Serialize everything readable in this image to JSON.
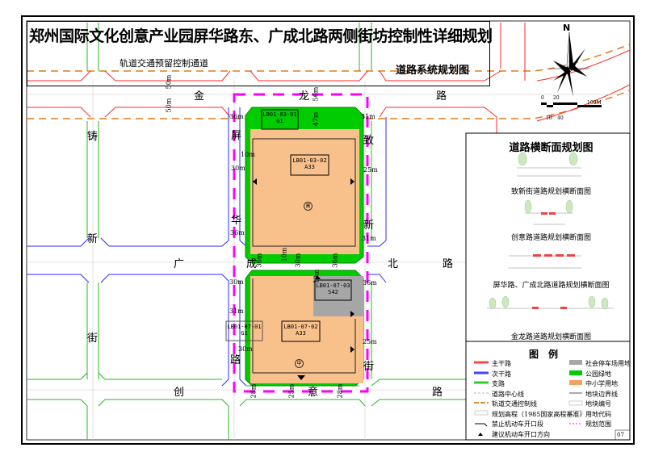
{
  "title": "郑州国际文化创意产业园屏华路东、广成北路两侧街坊控制性详细规划",
  "subtitle": "道路系统规划图",
  "north_label": "N",
  "scale": {
    "ticks": [
      "0",
      "20",
      "100M"
    ],
    "ticks2": [
      "10",
      "40"
    ]
  },
  "map": {
    "rail_label": "轨道交通预留控制通道",
    "roads": {
      "jinlong": [
        "金",
        "龙",
        "路"
      ],
      "guangcheng": [
        "广",
        "成",
        "北",
        "路"
      ],
      "pinghua": [
        "屏",
        "华",
        "路"
      ],
      "zhixin": [
        "致",
        "新",
        "街"
      ],
      "chuangyi": [
        "创",
        "意",
        "路"
      ],
      "zhuxin": [
        "铸",
        "新",
        "街"
      ]
    },
    "widths": [
      "50m",
      "50m",
      "56m",
      "47m",
      "36m",
      "31m",
      "10m",
      "30m",
      "25m",
      "36m",
      "31m",
      "36m",
      "30m",
      "36m",
      "30m",
      "36m",
      "31m",
      "30m",
      "10m",
      "25m",
      "28m",
      "25m",
      "28m",
      "10m"
    ],
    "parcels": [
      {
        "code": "LB01-03-01",
        "use": "G1"
      },
      {
        "code": "LB01-03-02",
        "use": "A33"
      },
      {
        "code": "LB01-07-01",
        "use": "G1"
      },
      {
        "code": "LB01-07-02",
        "use": "A33"
      },
      {
        "code": "LB01-07-03",
        "use": "S42"
      }
    ],
    "school_marks": [
      "高",
      "中"
    ]
  },
  "sections": {
    "title": "道路横断面规划图",
    "items": [
      "致新街道路规划横断面图",
      "创意路道路规划横断面图",
      "屏华路、广成北路道路规划横断面图",
      "金龙路道路规划横断面图"
    ]
  },
  "legend": {
    "title": "图　例",
    "left": [
      "主干路",
      "次干路",
      "支路",
      "道路中心线",
      "轨道交通控制线",
      "规划高程（1985国家高程基准）",
      "禁止机动车开口段",
      "建议机动车开口方向"
    ],
    "right": [
      "社会停车场用地",
      "公园绿地",
      "中小学用地",
      "地块边界线",
      "地块编号",
      "用地代码",
      "规划范围"
    ],
    "colors": {
      "main": "#ff4040",
      "secondary": "#3333ff",
      "branch": "#33cc33",
      "rail": "#d98c3a",
      "parking": "#a6a6a6",
      "park": "#00cc00",
      "school": "#f8c08a",
      "boundary": "#ff00ff"
    }
  },
  "page_no": "07"
}
